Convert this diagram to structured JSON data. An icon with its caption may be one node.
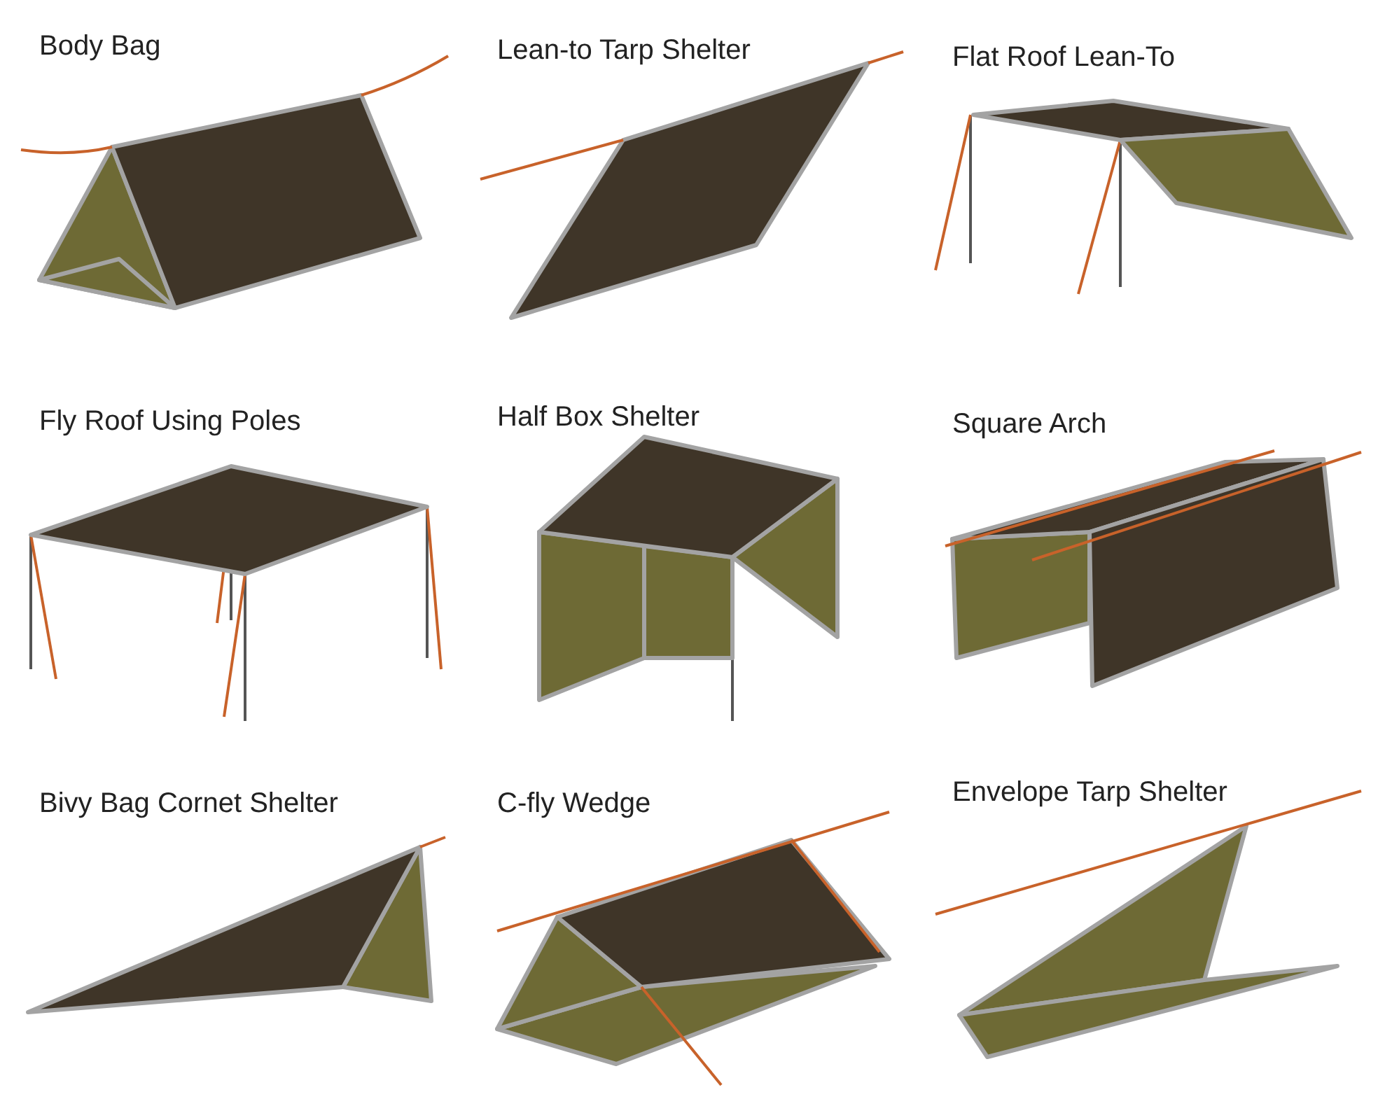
{
  "diagram": {
    "labels": [
      "Body Bag",
      "Lean-to Tarp Shelter",
      "Flat Roof Lean-To",
      "Fly Roof Using Poles",
      "Half Box Shelter",
      "Square Arch",
      "Bivy Bag Cornet Shelter",
      "C-fly Wedge",
      "Envelope Tarp Shelter"
    ]
  }
}
